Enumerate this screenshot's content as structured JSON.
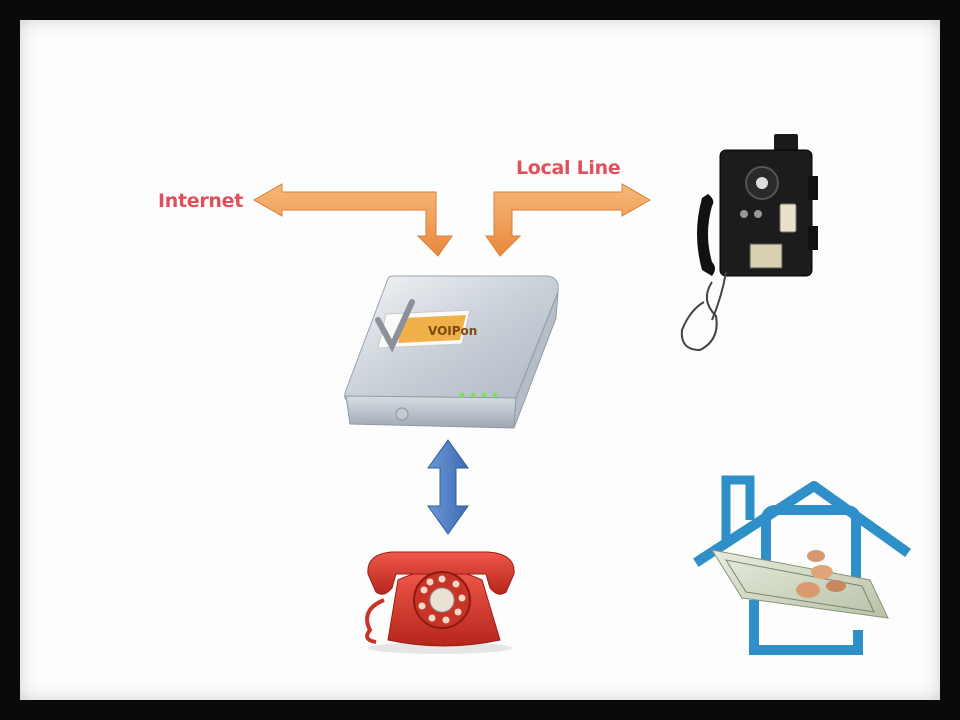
{
  "labels": {
    "internet": "Internet",
    "local_line": "Local Line"
  },
  "device": {
    "brand": "VOIPon"
  },
  "colors": {
    "arrow_orange": "#f0a05a",
    "arrow_blue": "#4f7fc4",
    "label_red": "#e0505a",
    "phone_red": "#d8392c",
    "house_blue": "#2f8fc8"
  },
  "icons": {
    "voip_adapter": "voip-adapter-box",
    "payphone": "payphone-icon",
    "desk_phone": "rotary-phone-icon",
    "savings": "house-money-icon"
  }
}
